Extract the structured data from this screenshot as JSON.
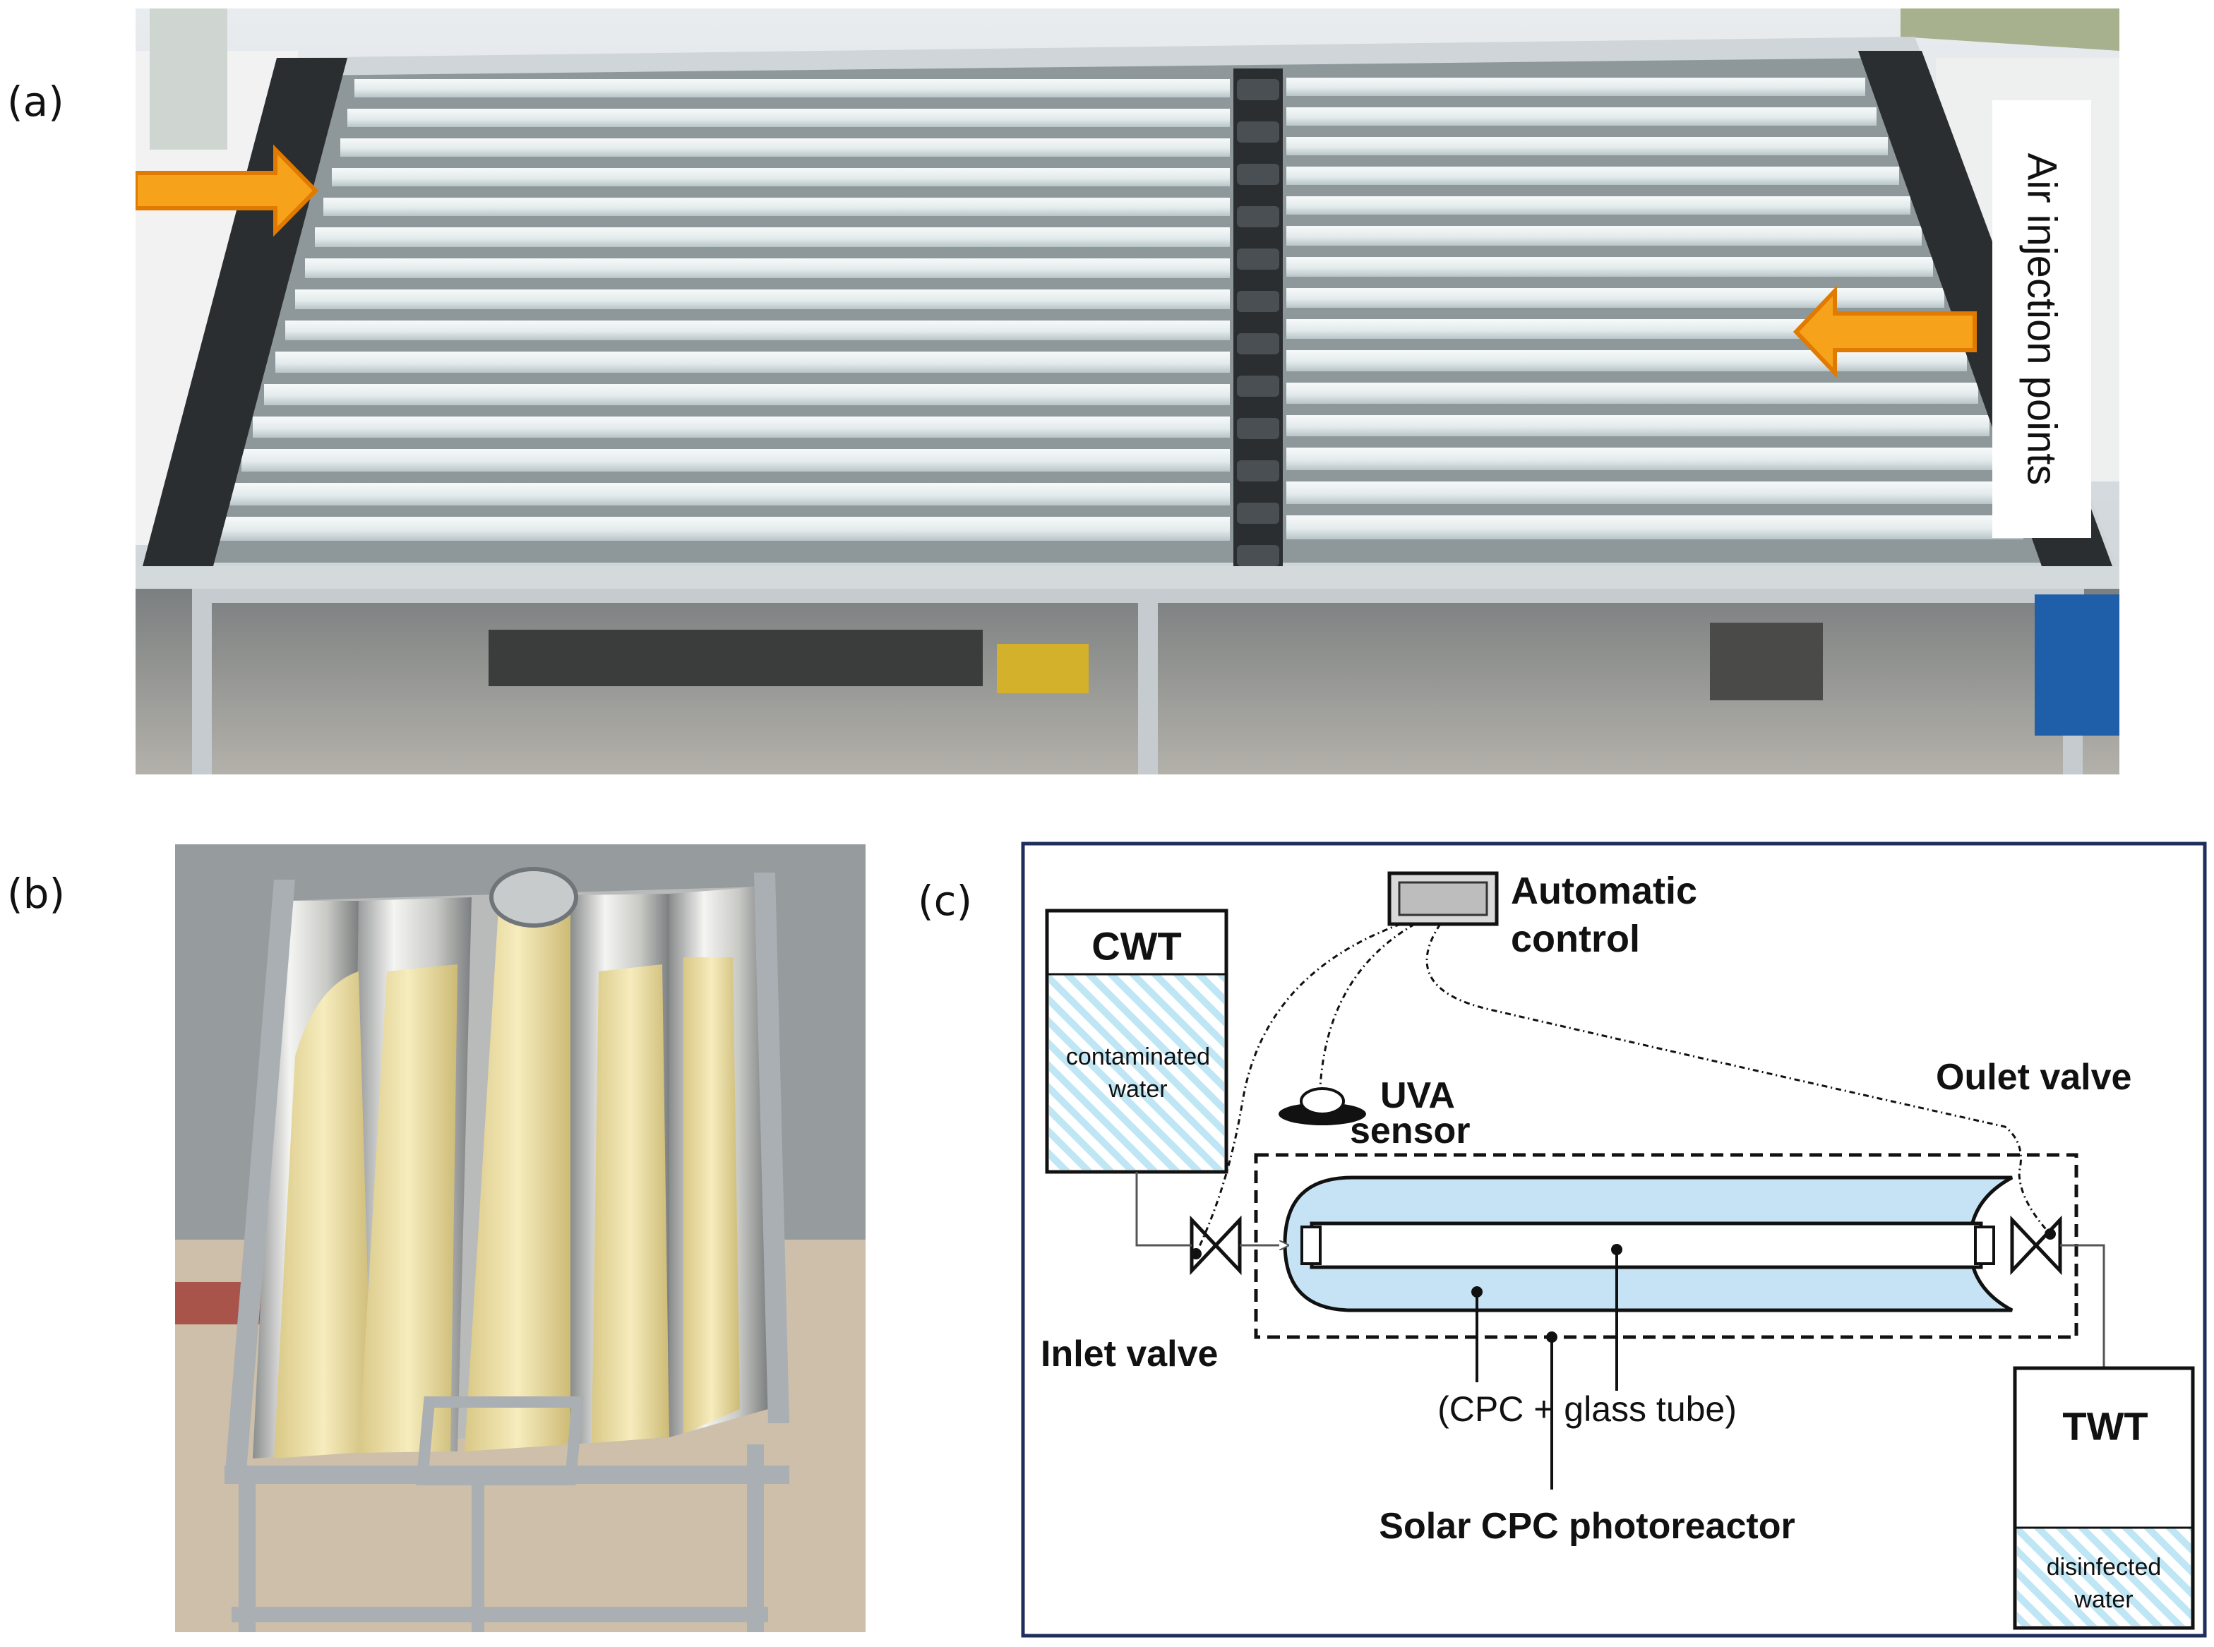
{
  "panels": {
    "a": {
      "label": "(a)",
      "side_text": "Air injection points",
      "colors": {
        "sky": "#d9dee2",
        "tube": "#e9eeee",
        "frame": "#bcc2c6",
        "connector": "#2a2e31",
        "arrow": "#f7a21b",
        "arrow_stroke": "#e07a00"
      }
    },
    "b": {
      "label": "(b)",
      "colors": {
        "wall": "#8f9497",
        "ground": "#cdbfa9",
        "mirror": "#dedfe1",
        "liquid": "#efe2a8",
        "frame": "#a9afb3"
      }
    },
    "c": {
      "label": "(c)",
      "cwt": {
        "title": "CWT",
        "content": [
          "contaminated",
          "water"
        ]
      },
      "twt": {
        "title": "TWT",
        "content": [
          "disinfected",
          "water"
        ]
      },
      "automatic_control": [
        "Automatic",
        "control"
      ],
      "uva_sensor": [
        "UVA",
        "sensor"
      ],
      "outlet_valve": "Oulet valve",
      "inlet_valve": "Inlet valve",
      "reactor_note": "(CPC + glass tube)",
      "reactor_title": "Solar CPC photoreactor",
      "colors": {
        "border": "#1f2d5c",
        "water": "#bfe6f5",
        "hatch": "#8fd2e8",
        "reactor_fill": "#c5e3f5"
      }
    }
  }
}
